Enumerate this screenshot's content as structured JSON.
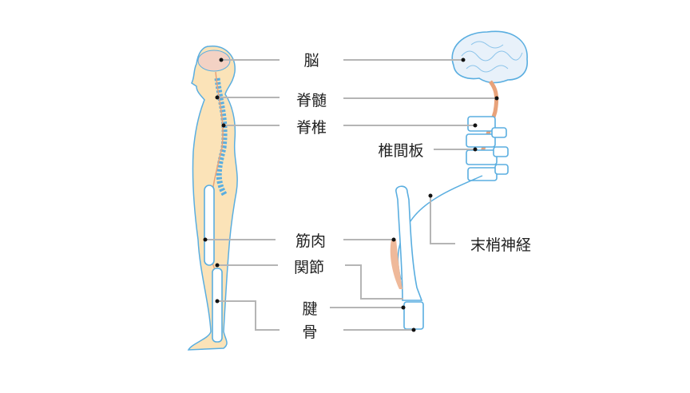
{
  "labels": {
    "brain": "脳",
    "spinal_cord": "脊髄",
    "spine": "脊椎",
    "intervertebral_disc": "椎間板",
    "muscle": "筋肉",
    "joint": "関節",
    "tendon": "腱",
    "bone": "骨",
    "peripheral_nerve": "末梢神経"
  },
  "colors": {
    "skin": "#fbe3b8",
    "outline": "#5aaee0",
    "nerve": "#e8a27a",
    "brain_fill": "#e8f1fa",
    "leader": "#b5b5b5"
  }
}
